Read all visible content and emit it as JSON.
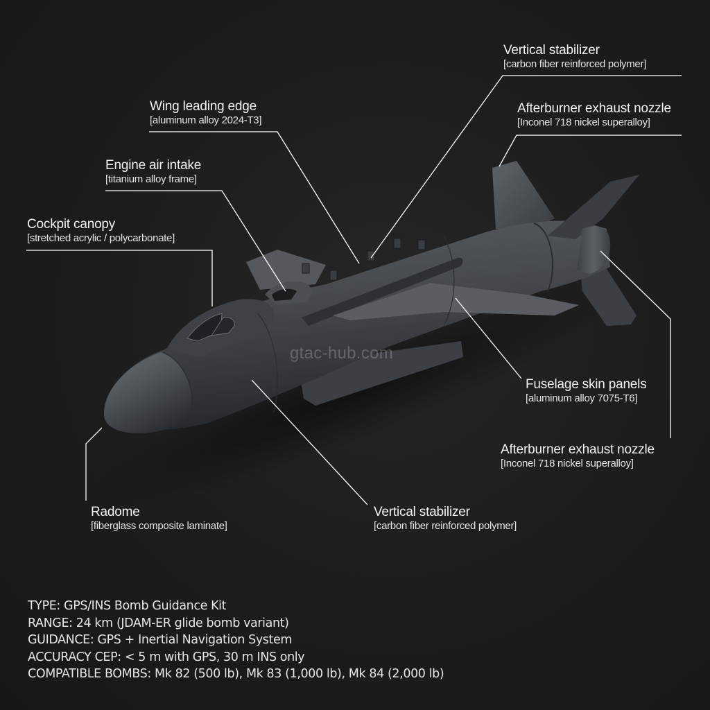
{
  "watermark": "gtac-hub.com",
  "colors": {
    "background": "#1c1c1c",
    "body_metal": "#4b4f53",
    "body_dark": "#2e3134",
    "leader_line": "#ffffff",
    "text": "#f0f0f0"
  },
  "callouts": [
    {
      "id": "vertical-stabilizer-top",
      "title": "Vertical stabilizer",
      "material": "[carbon fiber reinforced polymer]"
    },
    {
      "id": "afterburner-top",
      "title": "Afterburner exhaust nozzle",
      "material": "[Inconel 718 nickel superalloy]"
    },
    {
      "id": "wing-leading-edge",
      "title": "Wing leading edge",
      "material": "[aluminum alloy 2024-T3]"
    },
    {
      "id": "engine-air-intake",
      "title": "Engine air intake",
      "material": "[titanium alloy frame]"
    },
    {
      "id": "cockpit-canopy",
      "title": "Cockpit canopy",
      "material": "[stretched acrylic / polycarbonate]"
    },
    {
      "id": "fuselage-skin",
      "title": "Fuselage skin panels",
      "material": "[aluminum alloy 7075-T6]"
    },
    {
      "id": "afterburner-bottom",
      "title": "Afterburner exhaust nozzle",
      "material": "[Inconel 718 nickel superalloy]"
    },
    {
      "id": "radome",
      "title": "Radome",
      "material": "[fiberglass composite laminate]"
    },
    {
      "id": "vertical-stabilizer-bottom",
      "title": "Vertical stabilizer",
      "material": "[carbon fiber reinforced polymer]"
    }
  ],
  "specs": [
    "TYPE: GPS/INS Bomb Guidance Kit",
    "RANGE: 24 km (JDAM-ER glide bomb variant)",
    "GUIDANCE: GPS + Inertial Navigation System",
    "ACCURACY CEP: < 5 m with GPS, 30 m INS only",
    "COMPATIBLE BOMBS: Mk 82 (500 lb), Mk 83 (1,000 lb), Mk 84 (2,000 lb)"
  ]
}
